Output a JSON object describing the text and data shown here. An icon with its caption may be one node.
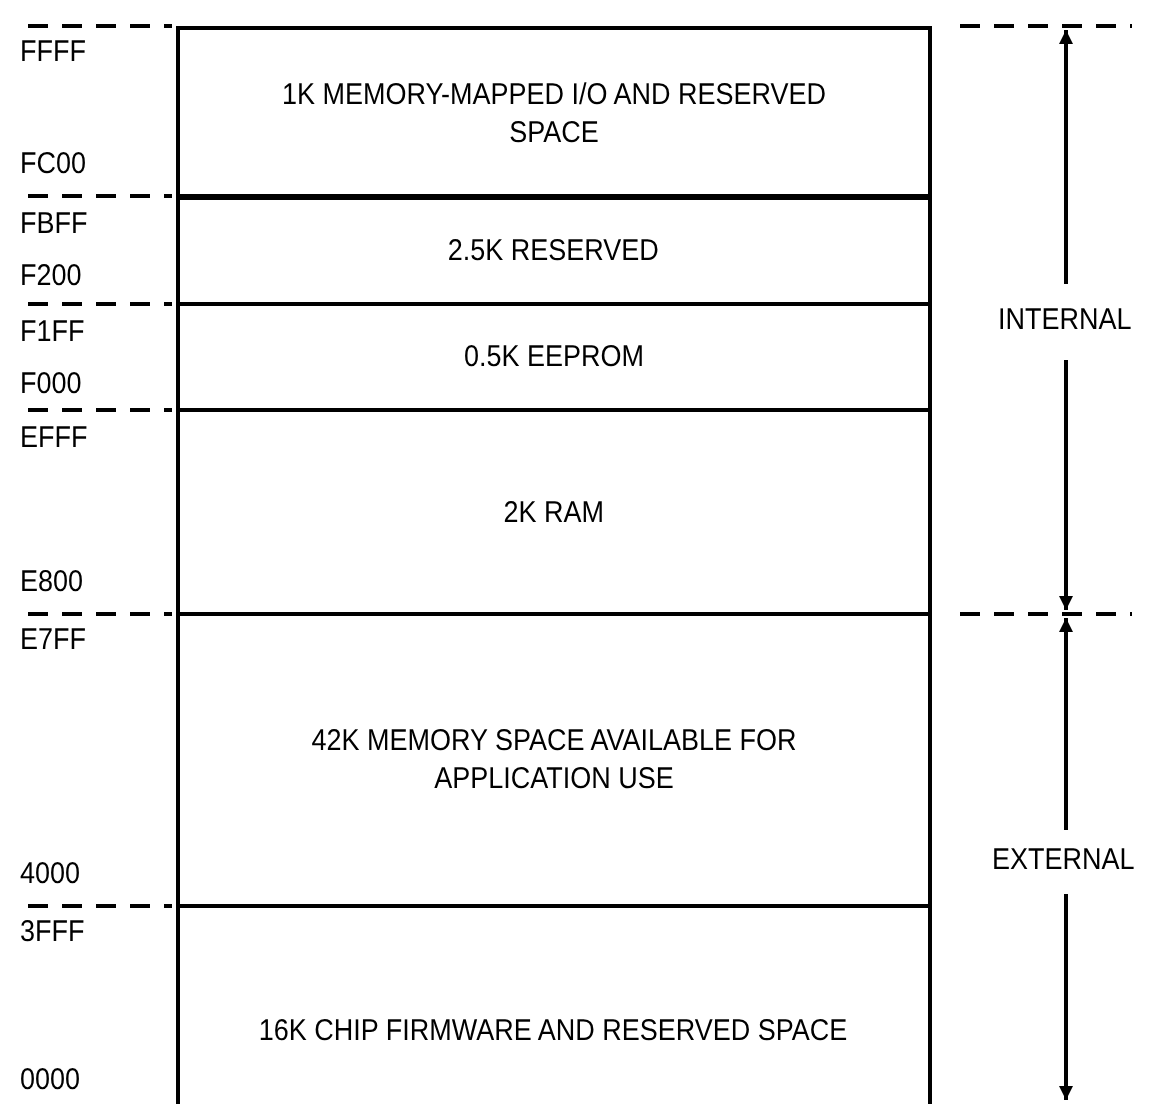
{
  "diagram": {
    "nodes": [
      {
        "text": [
          "1K MEMORY-MAPPED I/O AND RESERVED SPACE"
        ]
      },
      {
        "text": [
          "2.5K RESERVED"
        ]
      },
      {
        "text": [
          "0.5K EEPROM"
        ]
      },
      {
        "text": [
          "2K RAM"
        ]
      },
      {
        "text": [
          "42K MEMORY SPACE AVAILABLE FOR APPLICATION USE"
        ]
      },
      {
        "text": [
          "16K CHIP FIRMWARE AND RESERVED SPACE"
        ]
      }
    ],
    "labels": [
      "FFFF",
      "FC00",
      "FBFF",
      "F200",
      "F1FF",
      "INTERNAL",
      "F000",
      "EFFF",
      "E800",
      "E7FF",
      "EXTERNAL",
      "4000",
      "3FFF",
      "0000"
    ]
  }
}
